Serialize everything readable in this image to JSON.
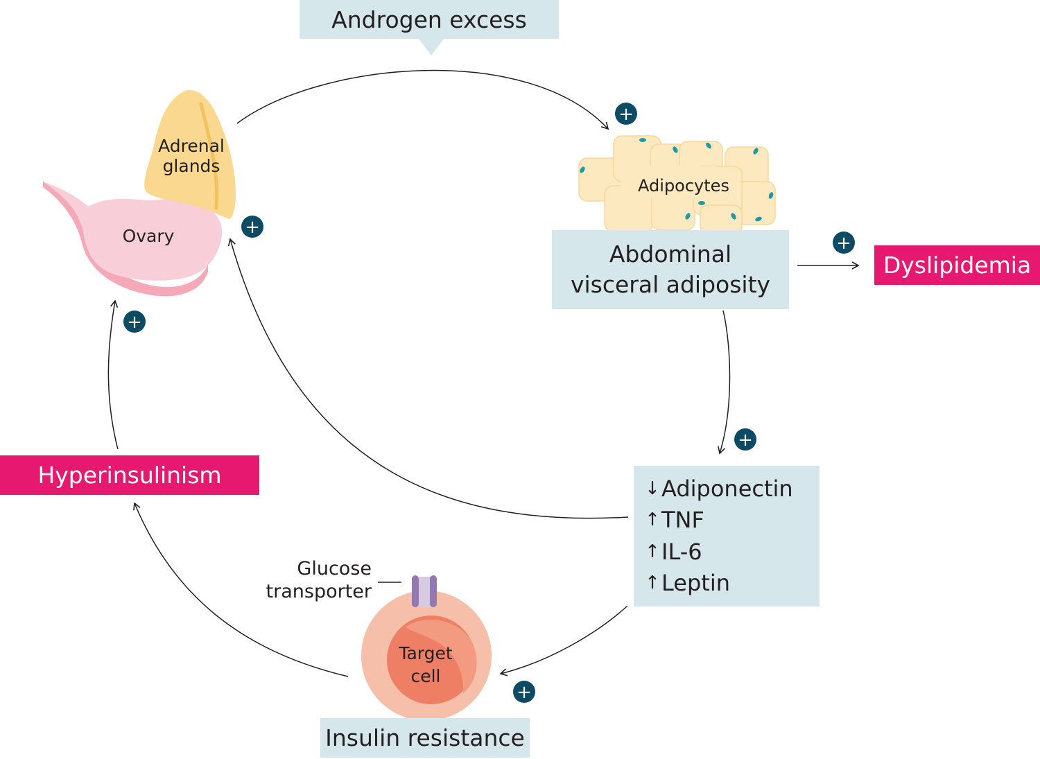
{
  "labels": {
    "androgen_excess": "Androgen excess",
    "adrenal_glands": "Adrenal glands",
    "ovary": "Ovary",
    "adipocytes": "Adipocytes",
    "abdominal_visceral_adiposity": "Abdominal visceral adiposity",
    "dyslipidemia": "Dyslipidemia",
    "hyperinsulinism": "Hyperinsulinism",
    "glucose_transporter": "Glucose transporter",
    "target_cell": "Target cell",
    "insulin_resistance": "Insulin resistance"
  },
  "factors": [
    {
      "arrow": "↓",
      "name": "Adiponectin"
    },
    {
      "arrow": "↑",
      "name": "TNF"
    },
    {
      "arrow": "↑",
      "name": "IL-6"
    },
    {
      "arrow": "↑",
      "name": "Leptin"
    }
  ],
  "plus_sign": "+",
  "colors": {
    "box_blue": "#d6e7ec",
    "box_pink": "#e6186f",
    "plus_badge": "#0d4a63",
    "adrenal": "#fbd88f",
    "ovary": "#f8cfd8",
    "adipocyte": "#fde9c0",
    "adipocyte_dots": "#1e9aa5",
    "cell_outer": "#f6bfa9",
    "cell_nucleus": "#ee7e64",
    "transporter": "#9479b0"
  }
}
